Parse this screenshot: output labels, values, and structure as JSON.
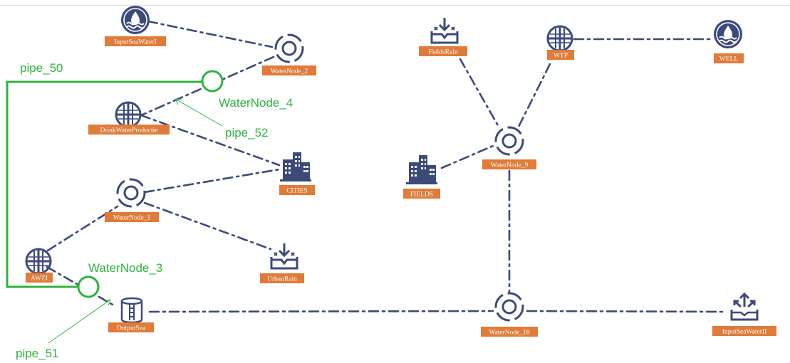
{
  "colors": {
    "node_icon": "#3c4a7a",
    "node_label_bg": "#e07b39",
    "node_label_text": "#ffffff",
    "edge": "#3c4a7a",
    "added_element": "#2eb33e"
  },
  "nodes": {
    "input_sea_water_1": {
      "label": "InputSeaWaterI",
      "icon": "water-source-icon"
    },
    "water_node_2": {
      "label": "WaterNode_2",
      "icon": "junction-node-icon"
    },
    "drink_water_production": {
      "label": "DrinkWaterProductie",
      "icon": "treatment-plant-icon"
    },
    "cities": {
      "label": "CITIES",
      "icon": "city-buildings-icon"
    },
    "water_node_1": {
      "label": "WaterNode_1",
      "icon": "junction-node-icon"
    },
    "urban_rain": {
      "label": "UrbanRain",
      "icon": "rain-inflow-icon"
    },
    "awzi": {
      "label": "AWZI",
      "icon": "treatment-plant-icon"
    },
    "output_sea": {
      "label": "OutputSea",
      "icon": "storage-tank-icon"
    },
    "fields_rain": {
      "label": "FieldsRain",
      "icon": "rain-inflow-icon"
    },
    "wtp": {
      "label": "WTP",
      "icon": "treatment-plant-icon"
    },
    "well": {
      "label": "WELL",
      "icon": "water-source-icon"
    },
    "water_node_9": {
      "label": "WaterNode_9",
      "icon": "junction-node-icon"
    },
    "fields": {
      "label": "FIELDS",
      "icon": "city-buildings-icon"
    },
    "water_node_10": {
      "label": "WaterNode_10",
      "icon": "junction-node-icon"
    },
    "input_sea_water_2": {
      "label": "InputSeaWaterII",
      "icon": "outflow-icon"
    }
  },
  "annotations": {
    "pipe_50": "pipe_50",
    "pipe_51": "pipe_51",
    "pipe_52": "pipe_52",
    "water_node_3": "WaterNode_3",
    "water_node_4": "WaterNode_4"
  }
}
